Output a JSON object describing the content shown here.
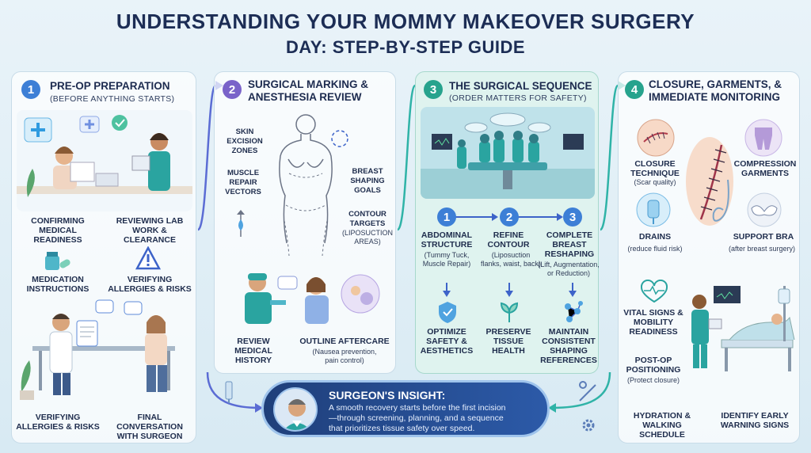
{
  "title": {
    "line1": "UNDERSTANDING YOUR MOMMY MAKEOVER SURGERY",
    "line2": "DAY: STEP-BY-STEP GUIDE"
  },
  "panel1": {
    "number": "1",
    "title": "PRE-OP PREPARATION",
    "subtitle": "(BEFORE ANYTHING STARTS)",
    "items": {
      "confirming": "CONFIRMING\nMEDICAL READINESS",
      "reviewing": "REVIEWING LAB\nWORK & CLEARANCE",
      "medication": "MEDICATION\nINSTRUCTIONS",
      "verifying1": "VERIFYING\nALLERGIES & RISKS",
      "verifying2": "VERIFYING\nALLERGIES & RISKS",
      "final": "FINAL CONVERSATION\nWITH SURGEON"
    }
  },
  "panel2": {
    "number": "2",
    "title": "SURGICAL MARKING &\nANESTHESIA REVIEW",
    "labels": {
      "skin": "SKIN\nEXCISION\nZONES",
      "muscle": "MUSCLE\nREPAIR\nVECTORS",
      "breast": "BREAST\nSHAPING\nGOALS",
      "contour": "CONTOUR\nTARGETS",
      "contour_sub": "(LIPOSUCTION\nAREAS)",
      "review": "REVIEW\nMEDICAL\nHISTORY",
      "outline": "OUTLINE AFTERCARE",
      "outline_sub": "(Nausea prevention,\npain control)"
    }
  },
  "panel3": {
    "number": "3",
    "title": "THE SURGICAL SEQUENCE",
    "subtitle": "(ORDER MATTERS FOR SAFETY)",
    "steps": [
      {
        "num": "1",
        "title": "ABDOMINAL\nSTRUCTURE",
        "sub": "(Tummy Tuck,\nMuscle Repair)",
        "result": "OPTIMIZE\nSAFETY &\nAESTHETICS"
      },
      {
        "num": "2",
        "title": "REFINE\nCONTOUR",
        "sub": "(Liposuction\nflanks, waist, back)",
        "result": "PRESERVE\nTISSUE\nHEALTH"
      },
      {
        "num": "3",
        "title": "COMPLETE\nBREAST\nRESHAPING",
        "sub": "(Lift, Augmentation,\nor Reduction)",
        "result": "MAINTAIN\nCONSISTENT\nSHAPING\nREFERENCES"
      }
    ]
  },
  "panel4": {
    "number": "4",
    "title": "CLOSURE, GARMENTS, &\nIMMEDIATE MONITORING",
    "items": {
      "closure": "CLOSURE\nTECHNIQUE",
      "closure_sub": "(Scar quality)",
      "compression": "COMPRESSION\nGARMENTS",
      "drains": "DRAINS",
      "drains_sub": "(reduce fluid risk)",
      "bra": "SUPPORT BRA",
      "bra_sub": "(after breast surgery)",
      "vital": "VITAL SIGNS &\nMOBILITY\nREADINESS",
      "postop": "POST-OP\nPOSITIONING",
      "postop_sub": "(Protect closure)",
      "hydration": "HYDRATION &\nWALKING SCHEDULE",
      "identify": "IDENTIFY EARLY\nWARNING SIGNS"
    }
  },
  "insight": {
    "head": "SURGEON'S INSIGHT:",
    "body": "A smooth recovery starts before the first incision\n—through screening, planning, and a sequence\nthat prioritizes tissue safety over speed."
  },
  "colors": {
    "navy": "#1c2d55",
    "blue": "#3d7fd6",
    "purple": "#7a63c9",
    "teal": "#27a38d"
  }
}
